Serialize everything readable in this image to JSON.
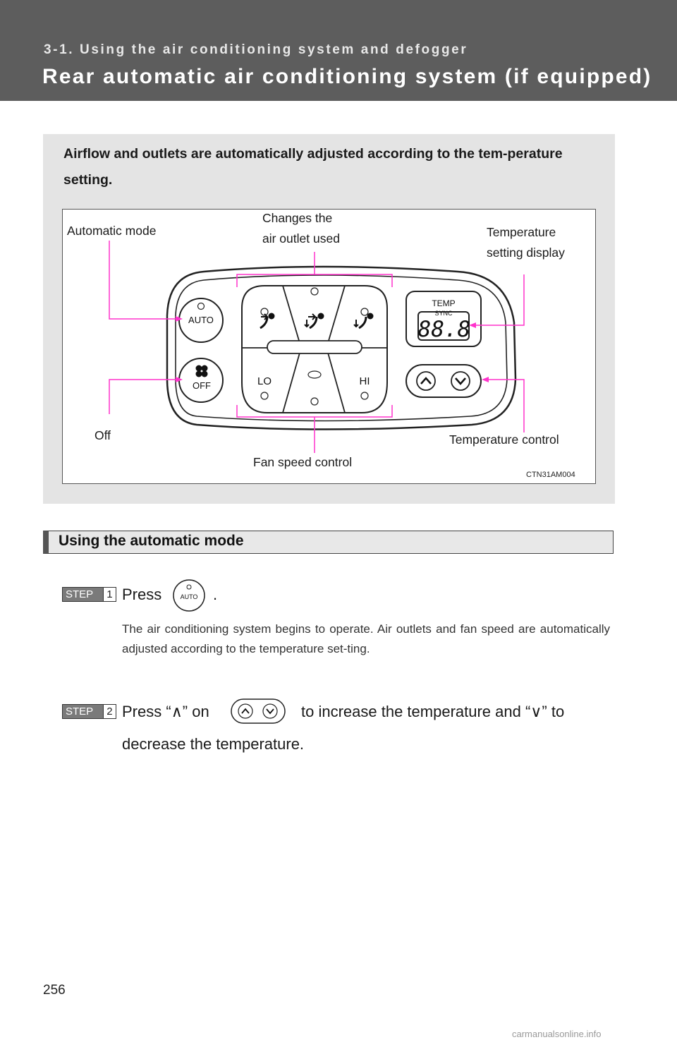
{
  "header": {
    "section": "3-1. Using the air conditioning system and defogger",
    "title": "Rear automatic air conditioning system (if equipped)"
  },
  "intro": "Airflow and outlets are automatically adjusted according to the tem-perature setting.",
  "figure": {
    "labels": {
      "automatic_mode": "Automatic mode",
      "changes_outlet_1": "Changes the",
      "changes_outlet_2": "air outlet used",
      "temp_display_1": "Temperature",
      "temp_display_2": "setting display",
      "off": "Off",
      "temp_control": "Temperature control",
      "fan_speed": "Fan speed control"
    },
    "panel": {
      "auto_button": "AUTO",
      "off_button": "OFF",
      "lo": "LO",
      "hi": "HI",
      "temp": "TEMP",
      "sync": "SYNC",
      "display_value": "88.8"
    },
    "code": "CTN31AM004",
    "callout_color": "#ff33cc"
  },
  "section": {
    "heading": "Using the automatic mode"
  },
  "steps": [
    {
      "badge": "STEP",
      "number": "1",
      "press": "Press",
      "after": ".",
      "inline_button": "AUTO",
      "detail": "The air conditioning system begins to operate. Air outlets and fan speed are automatically adjusted according to the temperature set-ting."
    },
    {
      "badge": "STEP",
      "number": "2",
      "line1_a": "Press “",
      "up_symbol": "∧",
      "line1_b": "” on",
      "line1_c": "to increase the temperature and “",
      "down_symbol": "∨",
      "line1_d": "” to",
      "line2": "decrease the temperature."
    }
  ],
  "footer": {
    "page_number": "256",
    "watermark": "carmanualsonline.info"
  }
}
